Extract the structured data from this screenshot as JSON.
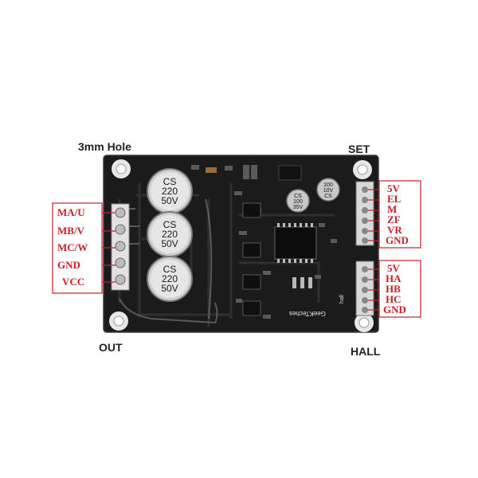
{
  "callouts": {
    "hole": "3mm Hole",
    "set": "SET",
    "out": "OUT",
    "hall": "HALL"
  },
  "out_pins": [
    "MA/U",
    "MB/V",
    "MC/W",
    "GND",
    "VCC"
  ],
  "set_pins": [
    "5V",
    "EL",
    "M",
    "ZF",
    "VR",
    "GND"
  ],
  "hall_pins": [
    "5V",
    "HA",
    "HB",
    "HC",
    "GND"
  ],
  "capacitors": [
    {
      "brand": "CS",
      "cap": "220",
      "volt": "50V"
    },
    {
      "brand": "CS",
      "cap": "220",
      "volt": "50V"
    },
    {
      "brand": "CS",
      "cap": "220",
      "volt": "50V"
    }
  ],
  "small_caps": [
    {
      "a": "CS",
      "b": "100",
      "c": "35V"
    },
    {
      "a": "100",
      "b": "10V",
      "c": "CS"
    }
  ],
  "board": {
    "brand": "GeeKTeches",
    "silk_hall": "hall"
  },
  "colors": {
    "pcb": "#1a1a1a",
    "callout": "#c8202a",
    "pad": "#d8d8d8"
  }
}
